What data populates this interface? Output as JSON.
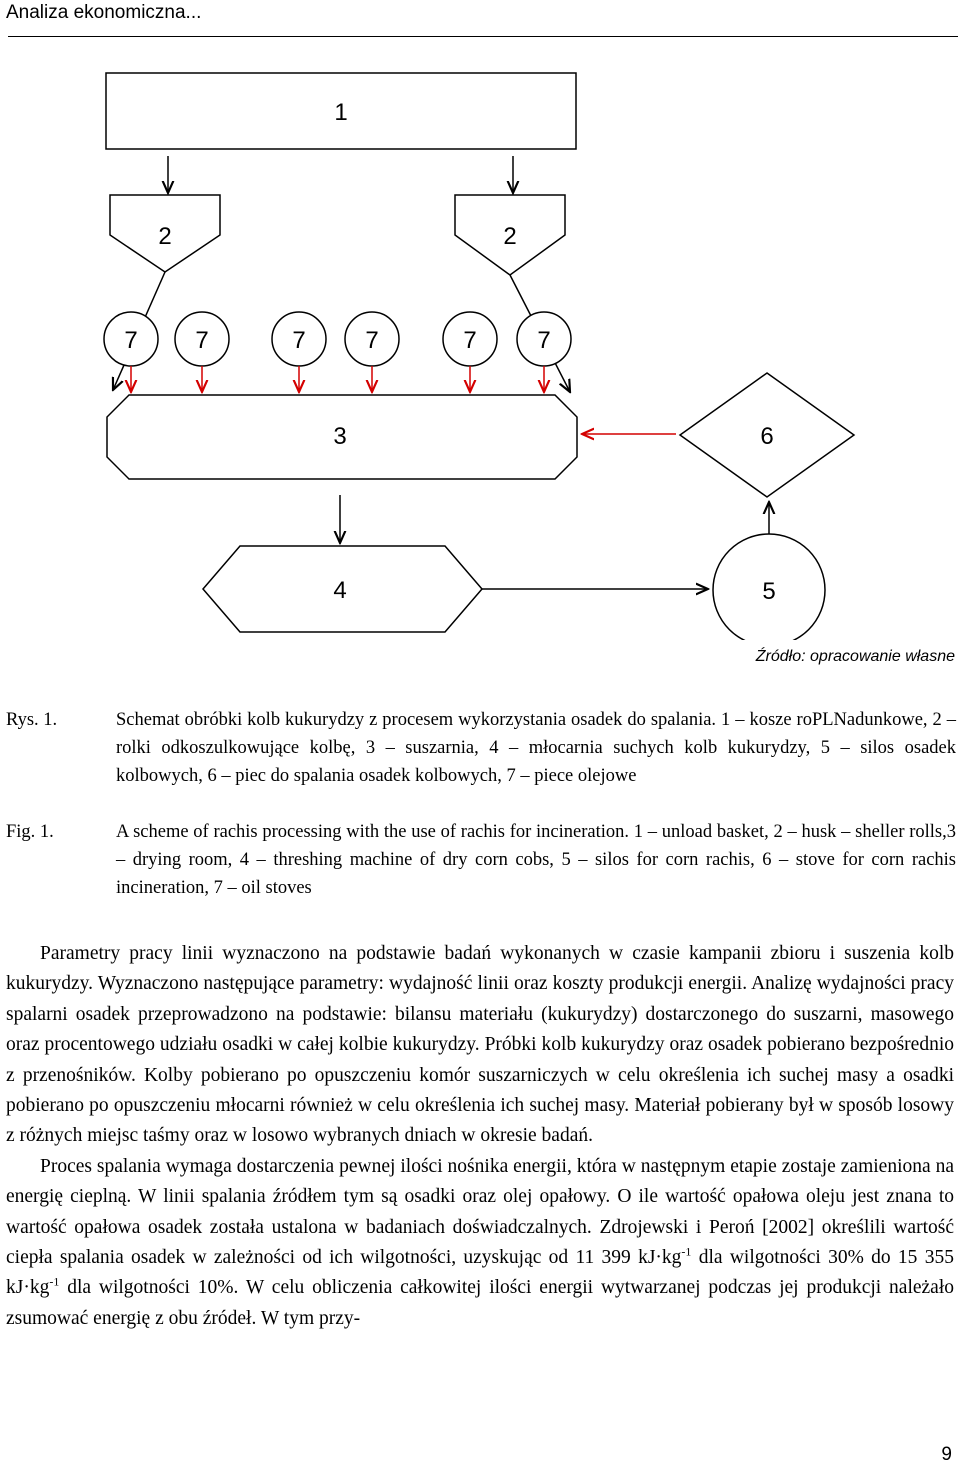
{
  "header": {
    "title": "Analiza ekonomiczna..."
  },
  "diagram": {
    "box1": "1",
    "box2": [
      "2",
      "2"
    ],
    "ovens": [
      "7",
      "7",
      "7",
      "7",
      "7",
      "7"
    ],
    "box3": "3",
    "box4": "4",
    "box5": "5",
    "box6": "6",
    "colors": {
      "line": "#000000",
      "red_arrow": "#d40000"
    }
  },
  "source": "Źródło: opracowanie własne",
  "caption": {
    "pl_label": "Rys. 1.",
    "pl_text": "Schemat obróbki kolb kukurydzy z procesem wykorzystania osadek do spalania. 1 – kosze roPLNadunkowe, 2 – rolki odkoszulkowujące kolbę, 3 – suszarnia, 4 – młocarnia suchych kolb kukurydzy, 5 – silos osadek kolbowych, 6 – piec do spalania osadek kolbowych, 7 – piece olejowe",
    "en_label": "Fig. 1.",
    "en_text": "A scheme of rachis processing with the use of rachis for incineration. 1 – unload basket, 2 – husk – sheller rolls,3 – drying room, 4 – threshing machine of dry corn cobs, 5 – silos for corn rachis, 6 – stove for corn rachis incineration, 7 – oil stoves"
  },
  "body": {
    "p1": "Parametry pracy linii wyznaczono na podstawie badań wykonanych w czasie kampanii zbioru i suszenia kolb kukurydzy. Wyznaczono następujące parametry: wydajność linii oraz koszty produkcji energii. Analizę wydajności pracy spalarni osadek przeprowadzono na podstawie: bilansu materiału (kukurydzy) dostarczonego do suszarni, masowego oraz procentowego udziału osadki w całej kolbie kukurydzy. Próbki kolb kukurydzy oraz osadek pobierano bezpośrednio z przenośników. Kolby pobierano po opuszczeniu komór suszarniczych w celu określenia ich suchej masy a osadki pobierano po opuszczeniu młocarni również w celu określenia ich suchej masy. Materiał pobierany był w sposób losowy z różnych miejsc taśmy oraz w losowo wybranych dniach w okresie badań.",
    "p2_a": "Proces spalania wymaga dostarczenia pewnej ilości nośnika energii, która w następnym etapie zostaje zamieniona na energię cieplną. W linii spalania źródłem tym są osadki oraz olej opałowy. O ile wartość opałowa oleju jest znana to wartość opałowa osadek została ustalona w badaniach doświadczalnych. Zdrojewski i Peroń [2002] określili wartość ciepła spalania osadek w zależności od ich wilgotności, uzyskując od 11 399 kJ·kg",
    "p2_sup1": "-1",
    "p2_b": " dla wilgotności 30% do 15 355 kJ·kg",
    "p2_sup2": "-1",
    "p2_c": " dla wilgotności 10%. W celu obliczenia całkowitej ilości energii wytwarzanej podczas jej produkcji należało zsumować energię z obu źródeł. W tym przy-"
  },
  "page_number": "9"
}
